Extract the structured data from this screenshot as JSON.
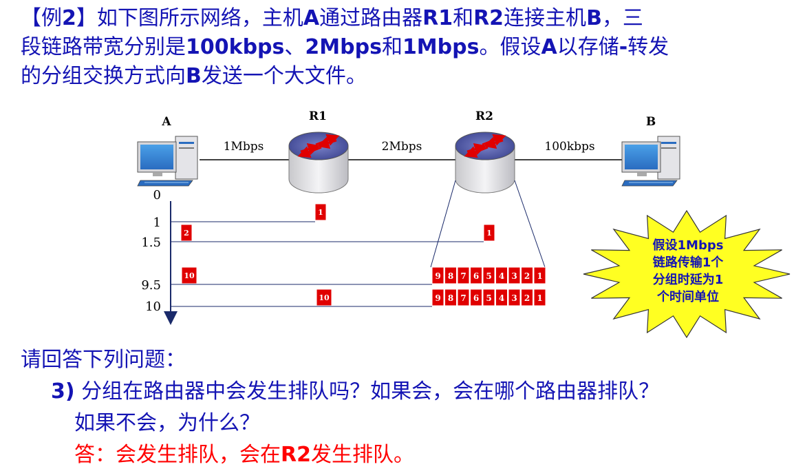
{
  "problem": {
    "line1": [
      {
        "t": "【例",
        "b": false
      },
      {
        "t": "2",
        "b": true
      },
      {
        "t": "】如下图所示网络，主机",
        "b": false
      },
      {
        "t": "A",
        "b": true
      },
      {
        "t": "通过路由器",
        "b": false
      },
      {
        "t": "R1",
        "b": true
      },
      {
        "t": "和",
        "b": false
      },
      {
        "t": "R2",
        "b": true
      },
      {
        "t": "连接主机",
        "b": false
      },
      {
        "t": "B",
        "b": true
      },
      {
        "t": "，三",
        "b": false
      }
    ],
    "line2": [
      {
        "t": "段链路带宽分别是",
        "b": false
      },
      {
        "t": "100kbps",
        "b": true
      },
      {
        "t": "、",
        "b": false
      },
      {
        "t": "2Mbps",
        "b": true
      },
      {
        "t": "和",
        "b": false
      },
      {
        "t": "1Mbps",
        "b": true
      },
      {
        "t": "。假设",
        "b": false
      },
      {
        "t": "A",
        "b": true
      },
      {
        "t": "以存储",
        "b": false
      },
      {
        "t": "-",
        "b": true
      },
      {
        "t": "转发",
        "b": false
      }
    ],
    "line3": [
      {
        "t": "的分组交换方式向",
        "b": false
      },
      {
        "t": "B",
        "b": true
      },
      {
        "t": "发送一个大文件。",
        "b": false
      }
    ]
  },
  "diagram": {
    "nodes": {
      "host_a": "A",
      "router_r1": "R1",
      "router_r2": "R2",
      "host_b": "B"
    },
    "links": {
      "a_r1": "1Mbps",
      "r1_r2": "2Mbps",
      "r2_b": "100kbps"
    },
    "time_labels": [
      "0",
      "1",
      "1.5",
      "9.5",
      "10"
    ],
    "packets": {
      "r1_at_1": "1",
      "a_at_1_5": "2",
      "r2_at_1_5": "1",
      "a_at_9_5": "10",
      "r1_at_10": "10"
    },
    "queue": [
      "9",
      "8",
      "7",
      "6",
      "5",
      "4",
      "3",
      "2",
      "1"
    ],
    "colors": {
      "packet": "#e00000",
      "star": "#ffff22",
      "text": "#1414b4",
      "answer": "#ff0000"
    }
  },
  "note": {
    "line1": [
      {
        "t": "假设",
        "b": false
      },
      {
        "t": "1Mbps",
        "b": true
      }
    ],
    "line2": [
      {
        "t": "链路传输",
        "b": false
      },
      {
        "t": "1",
        "b": true
      },
      {
        "t": "个",
        "b": false
      }
    ],
    "line3": [
      {
        "t": "分组时延为",
        "b": false
      },
      {
        "t": "1",
        "b": true
      }
    ],
    "line4": [
      {
        "t": "个时间单位",
        "b": false
      }
    ]
  },
  "questions": {
    "intro": "请回答下列问题：",
    "q3_number": "3)",
    "q3_line1": " 分组在路由器中会发生排队吗？如果会，会在哪个路由器排队？",
    "q3_line2": "如果不会，为什么？",
    "answer": [
      {
        "t": "答：会发生排队，会在",
        "b": false
      },
      {
        "t": "R2",
        "b": true
      },
      {
        "t": "发生排队。",
        "b": false
      }
    ]
  }
}
